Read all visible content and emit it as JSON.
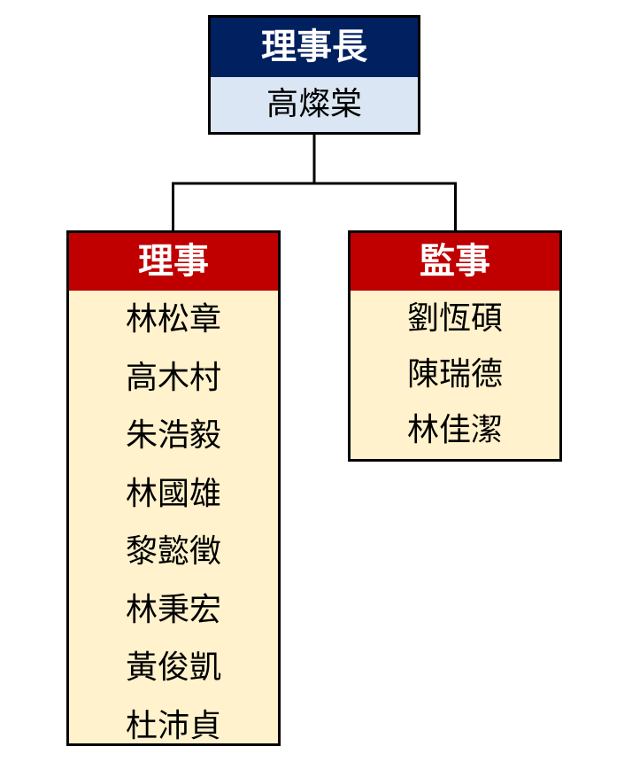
{
  "chairman": {
    "title": "理事長",
    "name": "高燦棠",
    "header_color": "#002060",
    "body_color": "#DAE6F3"
  },
  "directors": {
    "title": "理事",
    "members": [
      "林松章",
      "高木村",
      "朱浩毅",
      "林國雄",
      "黎懿徵",
      "林秉宏",
      "黃俊凱",
      "杜沛貞"
    ],
    "header_color": "#C00000",
    "body_color": "#FFF2CC"
  },
  "supervisors": {
    "title": "監事",
    "members": [
      "劉恆碩",
      "陳瑞德",
      "林佳潔"
    ],
    "header_color": "#C00000",
    "body_color": "#FFF2CC"
  },
  "colors": {
    "line": "#000000",
    "header_text": "#FFFFFF"
  }
}
